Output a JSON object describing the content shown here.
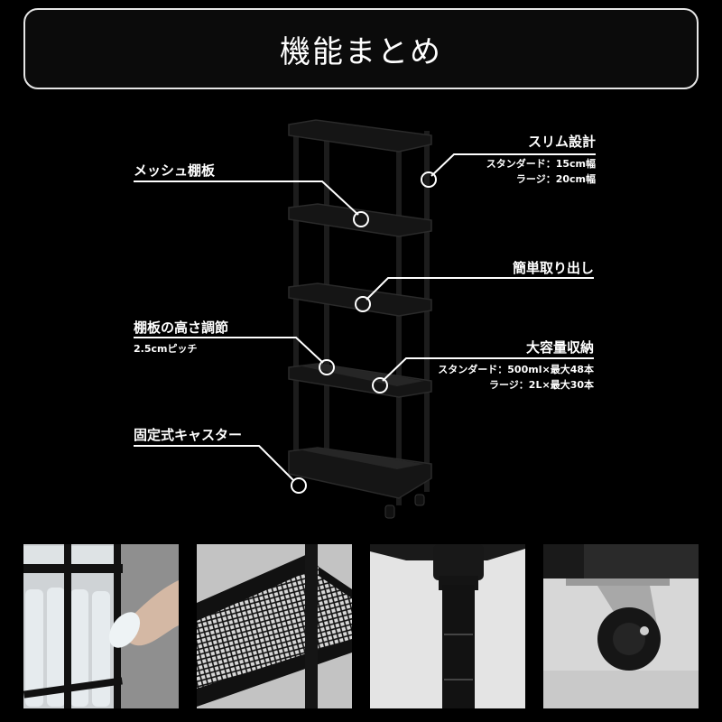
{
  "header": {
    "title": "機能まとめ"
  },
  "features": [
    {
      "id": "mesh",
      "title": "メッシュ棚板",
      "details": []
    },
    {
      "id": "slim",
      "title": "スリム設計",
      "details": [
        "スタンダード：15cm幅",
        "ラージ：20cm幅"
      ]
    },
    {
      "id": "easy",
      "title": "簡単取り出し",
      "details": []
    },
    {
      "id": "adjust",
      "title": "棚板の高さ調節",
      "details": [
        "2.5cmピッチ"
      ]
    },
    {
      "id": "capacity",
      "title": "大容量収納",
      "details": [
        "スタンダード：500ml×最大48本",
        "ラージ：2L×最大30本"
      ]
    },
    {
      "id": "caster",
      "title": "固定式キャスター",
      "details": []
    }
  ],
  "photos": [
    {
      "name": "bottles-photo",
      "subject": "water bottles on shelf with hand"
    },
    {
      "name": "mesh-shelf-photo",
      "subject": "mesh shelf close-up"
    },
    {
      "name": "pole-photo",
      "subject": "adjustable pole close-up"
    },
    {
      "name": "caster-photo",
      "subject": "fixed caster wheel close-up"
    }
  ],
  "colors": {
    "background": "#000000",
    "header_border": "#e6e6e6",
    "text": "#ffffff",
    "photo_bg": "#9a9a9a"
  }
}
